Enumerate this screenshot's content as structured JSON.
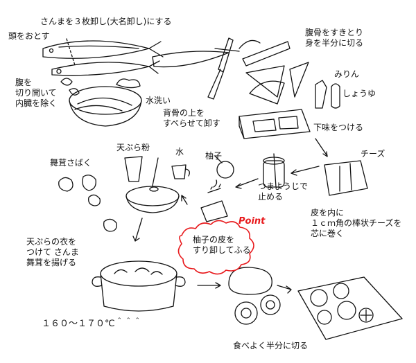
{
  "colors": {
    "ink": "#111111",
    "accent": "#e8191c",
    "background": "#ffffff"
  },
  "labels": {
    "fillet": "さんまを３枚卸し(大名卸し)にする",
    "head": "頭をおとす",
    "belly": "腹を\n切り開いて\n内臓を除く",
    "wash": "水洗い",
    "back_fillet": "背骨の上を\nすべらせて卸す",
    "rib_bones": "腹骨をすきとり\n身を半分に切る",
    "mirin": "みりん",
    "shoyu": "しょうゆ",
    "seasoning": "下味をつける",
    "cheese": "チーズ",
    "tempura_flour": "天ぷら粉",
    "water": "水",
    "yuzu": "柚子",
    "maitake": "舞茸さばく",
    "toothpick": "つまようじで\n止める",
    "roll": "皮を内に\n１ｃｍ角の棒状チーズを\n芯に巻く",
    "point": "Point",
    "yuzu_zest": "柚子の皮を\nすり卸してふる",
    "fry": "天ぷらの衣を\nつけて さんま\n舞茸を揚げる",
    "temperature": "１６０～１７０℃＾＾＾",
    "cut": "食べよく半分に切る"
  }
}
